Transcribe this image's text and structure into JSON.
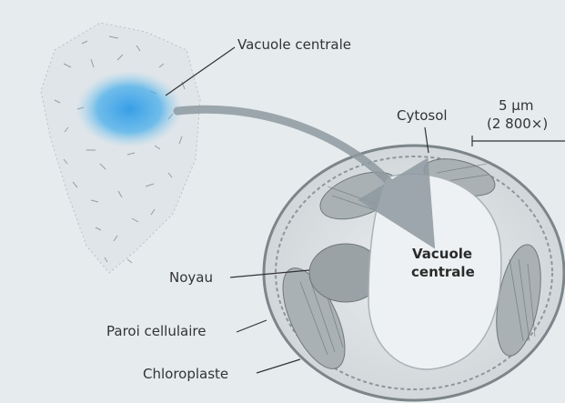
{
  "labels": {
    "vacuole_top": "Vacuole centrale",
    "cytosol": "Cytosol",
    "scale_length": "5 μm",
    "scale_magnification": "(2 800×)",
    "vacuole_center_line1": "Vacuole",
    "vacuole_center_line2": "centrale",
    "noyau": "Noyau",
    "paroi": "Paroi cellulaire",
    "chloroplaste": "Chloroplaste"
  },
  "colors": {
    "background": "#e6ebee",
    "vacuole_highlight": "#3aa6e6",
    "arrow": "#8f9aa1",
    "leader_line": "#333333"
  }
}
